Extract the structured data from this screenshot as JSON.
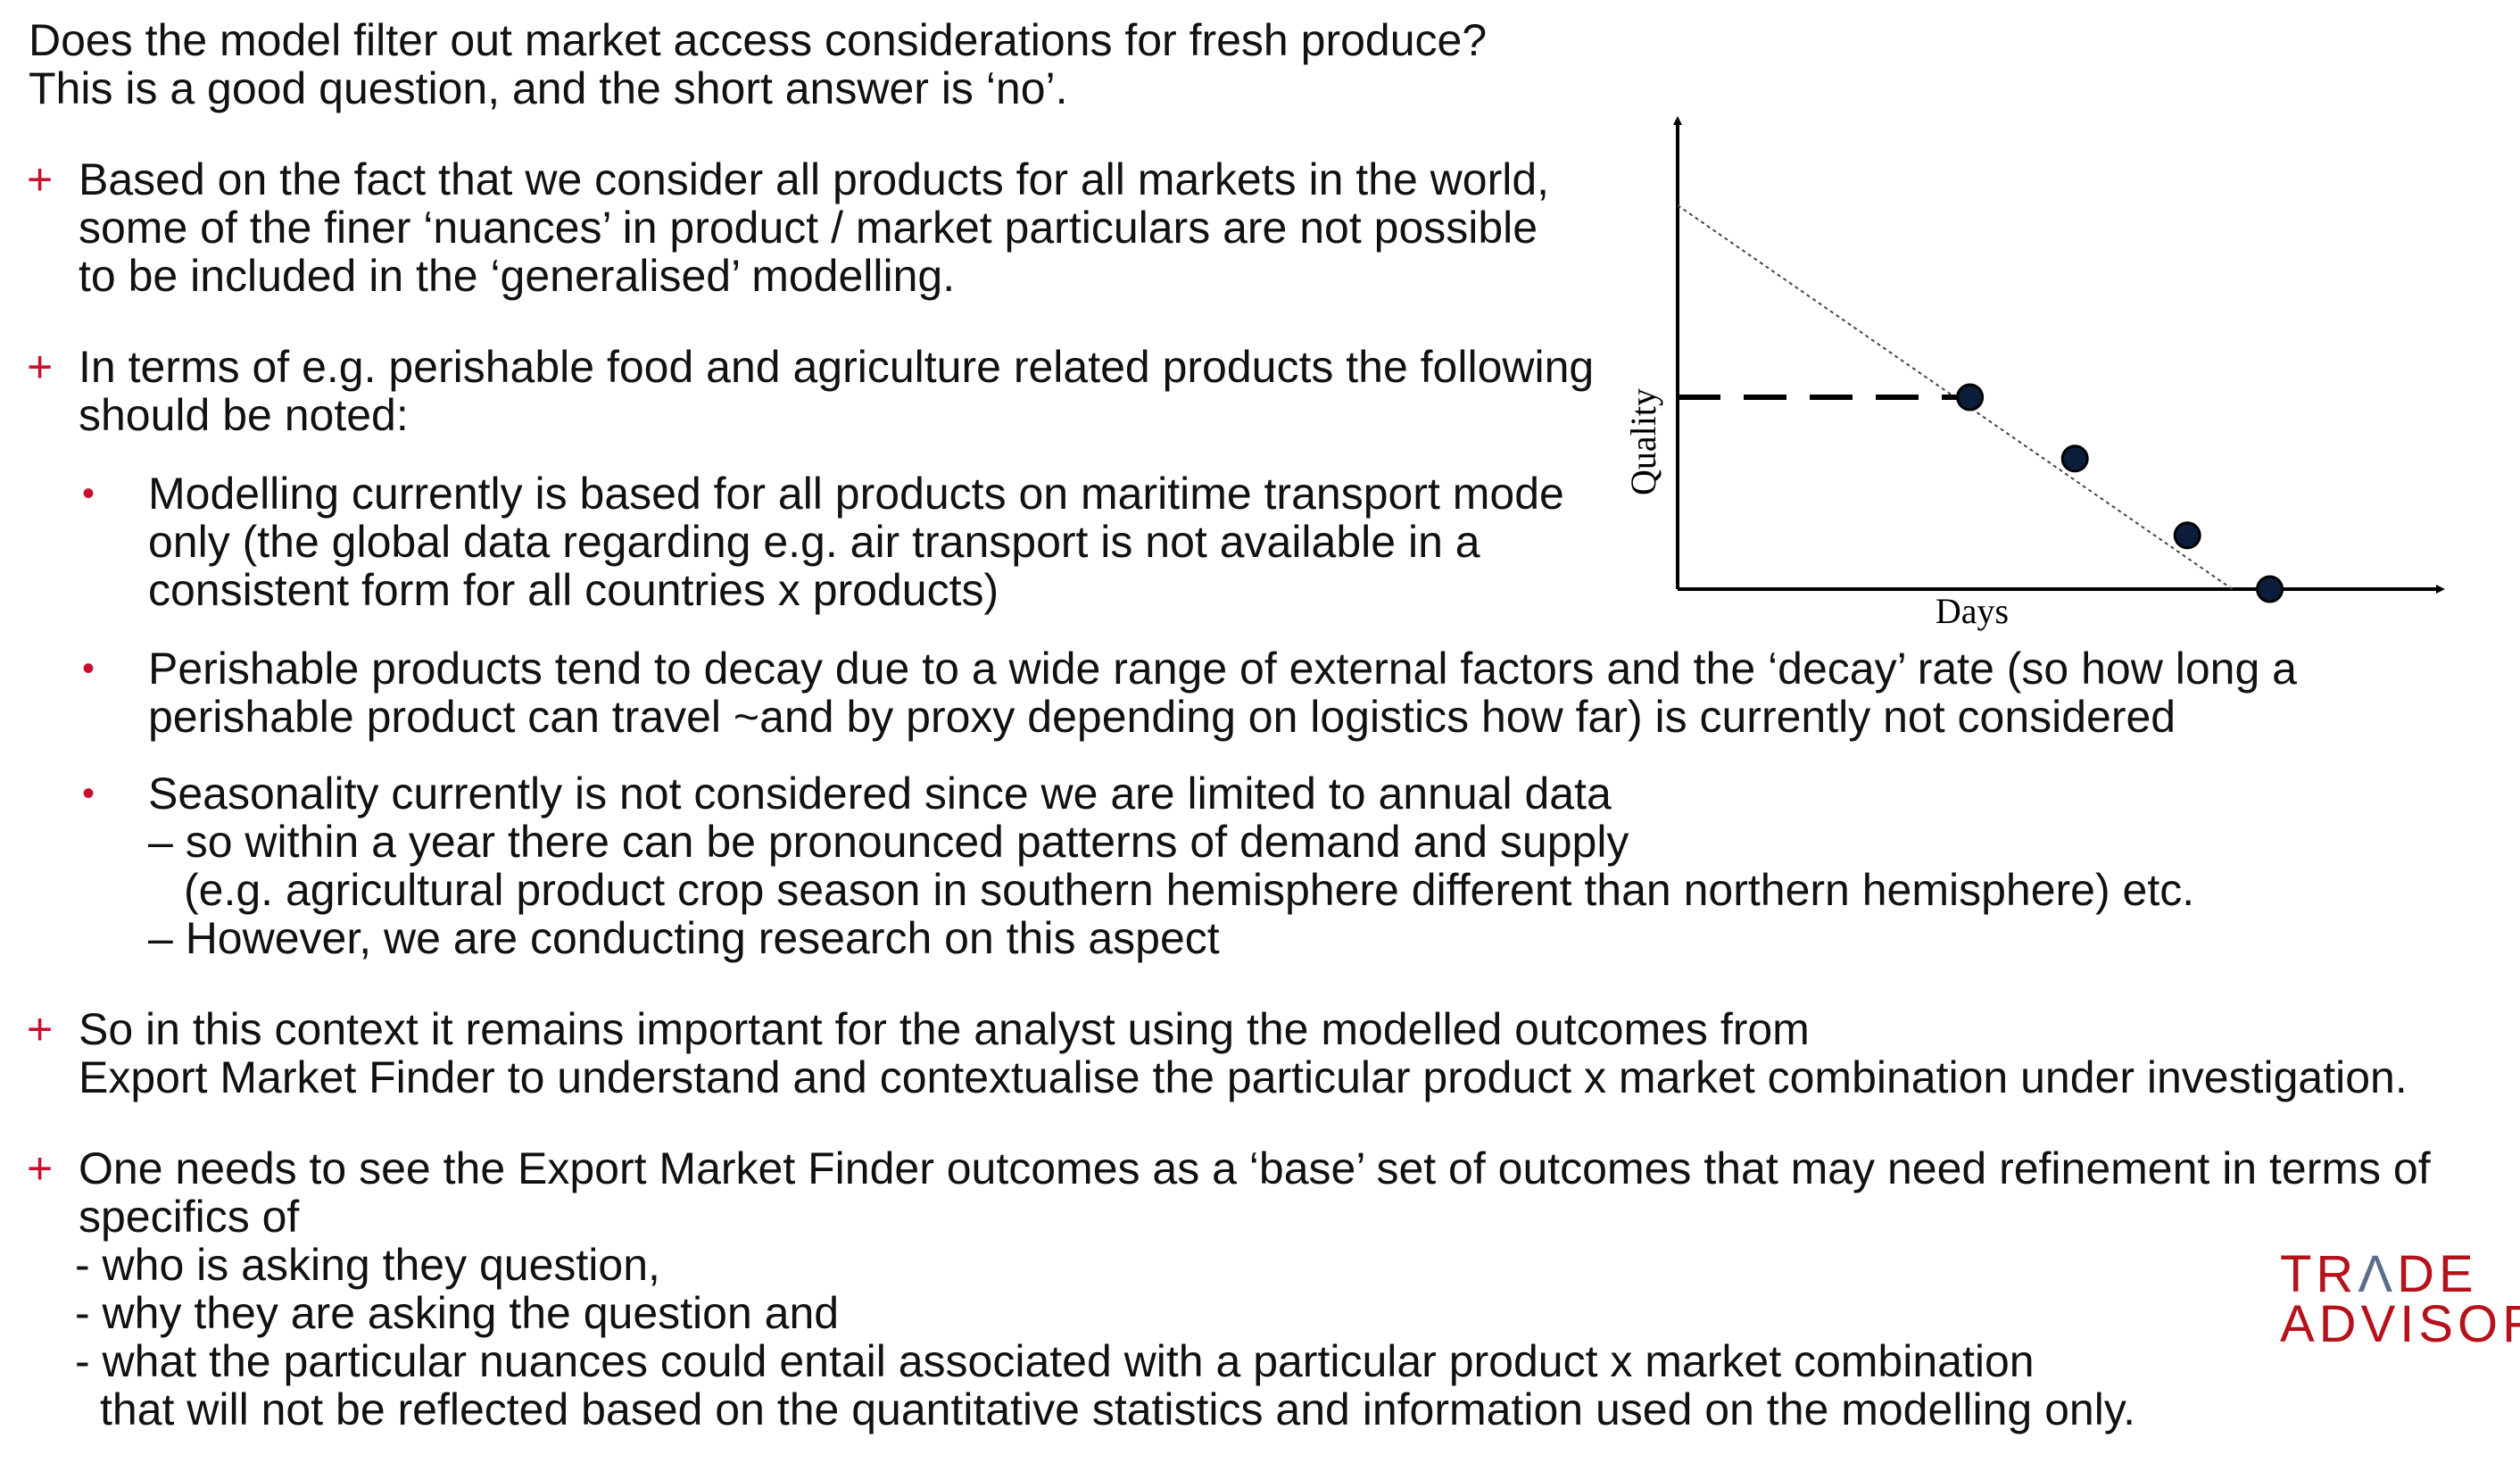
{
  "intro": {
    "question": "Does the model filter out market access considerations for fresh produce?",
    "answer": "This is a good question, and the short answer is ‘no’."
  },
  "bullet_marker": "+",
  "sub_bullet_marker": "•",
  "point1": {
    "lines": [
      "Based on the fact that we consider all products for all markets in the world,",
      "some of the finer ‘nuances’ in product / market particulars are not possible",
      "to be included in the ‘generalised’ modelling."
    ]
  },
  "point2": {
    "lines": [
      "In terms of e.g. perishable food and agriculture related products the following",
      "should be noted:"
    ],
    "sub": [
      {
        "lines": [
          "Modelling currently is based for all products on maritime transport mode",
          "only (the global data regarding e.g. air transport is not available in a",
          "consistent form for all countries x products)"
        ]
      },
      {
        "lines": [
          "Perishable products tend to decay due to a wide range of external factors and the ‘decay’ rate (so how long a",
          "perishable product can travel ~and by proxy depending on logistics how far) is currently not considered"
        ]
      },
      {
        "lines": [
          "Seasonality currently is not considered since we are limited to annual data",
          "– so within a year there can be pronounced patterns of demand and supply",
          "(e.g. agricultural product crop season in southern hemisphere different than northern hemisphere) etc.",
          "– However, we are conducting research on this aspect"
        ]
      }
    ]
  },
  "point3": {
    "lines": [
      "So in this context it remains important for the analyst using the modelled outcomes from",
      "Export Market Finder to understand and contextualise the particular product x market combination under investigation."
    ]
  },
  "point4": {
    "lines": [
      "One needs to see the Export Market Finder outcomes as a ‘base’ set of outcomes that may need refinement in terms of",
      "specifics of",
      "- who is asking they question,",
      "- why they are asking the question and",
      "- what the particular nuances could entail associated with a particular product x market combination",
      "that will not be reflected based on the quantitative statistics and information used on the modelling only."
    ]
  },
  "logo": {
    "line1a": "TR",
    "line1b": "Λ",
    "line1c": "DE",
    "line2": "ADVISORY"
  },
  "colors": {
    "accent": "#c8102e",
    "text": "#111111",
    "logo": "#b5121b"
  },
  "chart_data": {
    "type": "line",
    "xlabel": "Days",
    "ylabel": "Quality",
    "xlim": [
      0,
      10
    ],
    "ylim": [
      0,
      10
    ],
    "series": [
      {
        "style": "dotted-line",
        "x": [
          0,
          7.4
        ],
        "y": [
          10,
          0
        ]
      },
      {
        "style": "markers",
        "x": [
          3.9,
          5.3,
          6.8,
          7.9
        ],
        "y": [
          5.0,
          3.4,
          1.4,
          0
        ]
      },
      {
        "style": "dashed-line",
        "x": [
          0,
          3.9
        ],
        "y": [
          5.0,
          5.0
        ]
      }
    ],
    "ticks": false,
    "grid": false,
    "legend": null
  }
}
